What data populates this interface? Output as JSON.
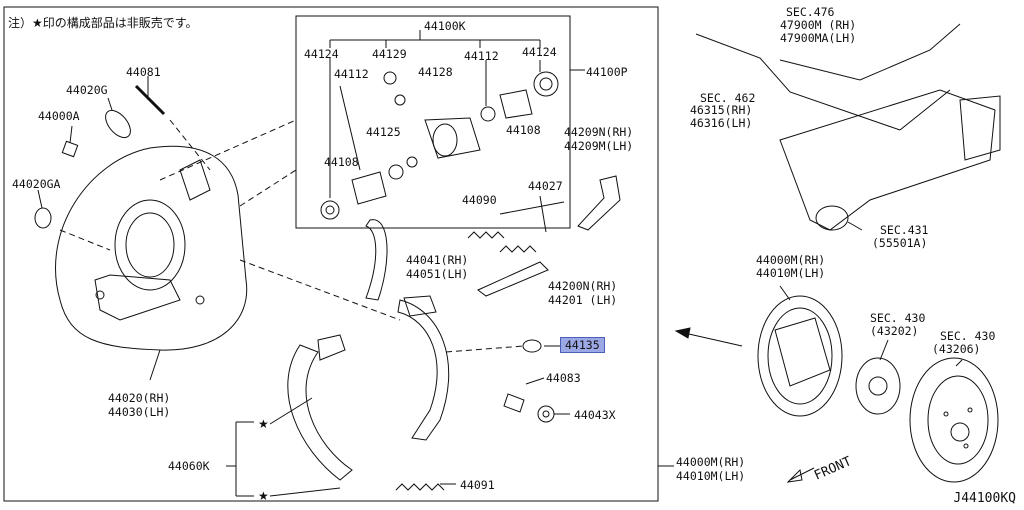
{
  "note": "注）★印の構成部品は非販売です。",
  "diagram_ref": "J44100KQ",
  "front_label": "FRONT",
  "colors": {
    "line": "#111111",
    "highlight_bg": "#9ca7e6",
    "highlight_border": "#4b5fb8"
  },
  "part_labels": {
    "p44100K": "44100K",
    "p44124a": "44124",
    "p44129": "44129",
    "p44112a": "44112",
    "p44128": "44128",
    "p44112b": "44112",
    "p44124b": "44124",
    "p44100P": "44100P",
    "p44125": "44125",
    "p44108a": "44108",
    "p44108b": "44108",
    "p44081": "44081",
    "p44020G": "44020G",
    "p44000A": "44000A",
    "p44020GA": "44020GA",
    "p44209N": "44209N(RH)",
    "p44209M": "44209M(LH)",
    "p44090": "44090",
    "p44027": "44027",
    "p44041": "44041(RH)",
    "p44051": "44051(LH)",
    "p44200N": "44200N(RH)",
    "p44201": "44201  (LH)",
    "p44135": "44135",
    "p44083": "44083",
    "p44043X": "44043X",
    "p44020": "44020(RH)",
    "p44030": "44030(LH)",
    "p44060K": "44060K",
    "p44091": "44091",
    "p44000M_main": "44000M(RH)",
    "p44010M_main": "44010M(LH)",
    "sec476": "SEC.476",
    "p47900M": "47900M (RH)",
    "p47900MA": "47900MA(LH)",
    "sec462": "SEC. 462",
    "p46315": "46315(RH)",
    "p46316": "46316(LH)",
    "sec431": "SEC.431",
    "p55501A": "(55501A)",
    "p44000M_r": "44000M(RH)",
    "p44010M_r": "44010M(LH)",
    "sec430a": "SEC. 430",
    "p43202": "(43202)",
    "sec430b": "SEC. 430",
    "p43206": "(43206)"
  }
}
